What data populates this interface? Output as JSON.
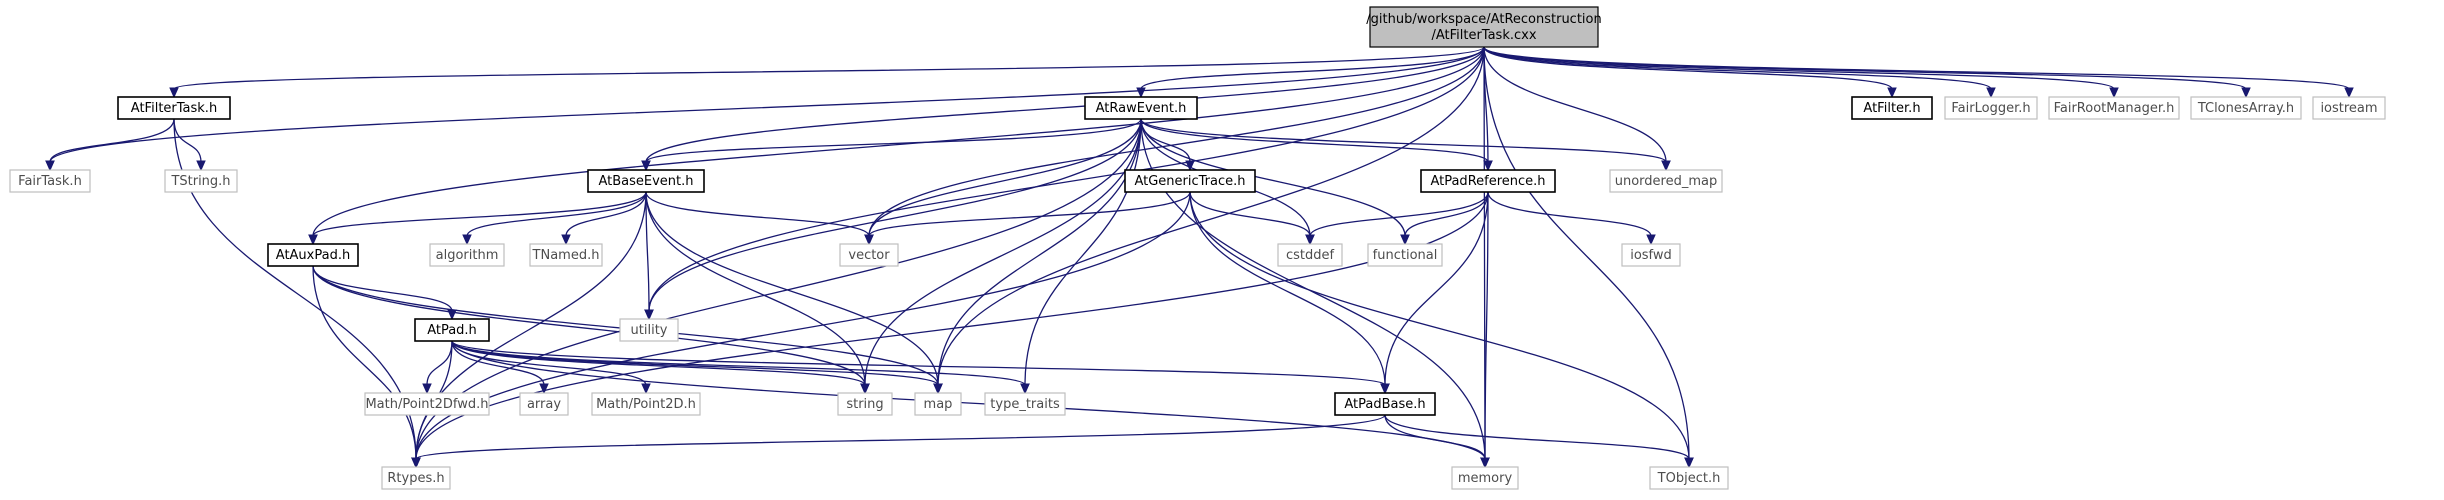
{
  "diagram": {
    "nodes": [
      {
        "id": "root",
        "lines": [
          "/github/workspace/AtReconstruction",
          "/AtFilterTask.cxx"
        ],
        "kind": "root"
      },
      {
        "id": "AtFilterTask.h",
        "lines": [
          "AtFilterTask.h"
        ],
        "kind": "project"
      },
      {
        "id": "AtRawEvent.h",
        "lines": [
          "AtRawEvent.h"
        ],
        "kind": "project"
      },
      {
        "id": "AtFilter.h",
        "lines": [
          "AtFilter.h"
        ],
        "kind": "project"
      },
      {
        "id": "FairLogger.h",
        "lines": [
          "FairLogger.h"
        ],
        "kind": "external"
      },
      {
        "id": "FairRootManager.h",
        "lines": [
          "FairRootManager.h"
        ],
        "kind": "external"
      },
      {
        "id": "TClonesArray.h",
        "lines": [
          "TClonesArray.h"
        ],
        "kind": "external"
      },
      {
        "id": "iostream",
        "lines": [
          "iostream"
        ],
        "kind": "external"
      },
      {
        "id": "FairTask.h",
        "lines": [
          "FairTask.h"
        ],
        "kind": "external"
      },
      {
        "id": "TString.h",
        "lines": [
          "TString.h"
        ],
        "kind": "external"
      },
      {
        "id": "AtBaseEvent.h",
        "lines": [
          "AtBaseEvent.h"
        ],
        "kind": "project"
      },
      {
        "id": "AtGenericTrace.h",
        "lines": [
          "AtGenericTrace.h"
        ],
        "kind": "project"
      },
      {
        "id": "AtPadReference.h",
        "lines": [
          "AtPadReference.h"
        ],
        "kind": "project"
      },
      {
        "id": "unordered_map",
        "lines": [
          "unordered_map"
        ],
        "kind": "external"
      },
      {
        "id": "AtAuxPad.h",
        "lines": [
          "AtAuxPad.h"
        ],
        "kind": "project"
      },
      {
        "id": "algorithm",
        "lines": [
          "algorithm"
        ],
        "kind": "external"
      },
      {
        "id": "TNamed.h",
        "lines": [
          "TNamed.h"
        ],
        "kind": "external"
      },
      {
        "id": "vector",
        "lines": [
          "vector"
        ],
        "kind": "external"
      },
      {
        "id": "cstddef",
        "lines": [
          "cstddef"
        ],
        "kind": "external"
      },
      {
        "id": "functional",
        "lines": [
          "functional"
        ],
        "kind": "external"
      },
      {
        "id": "iosfwd",
        "lines": [
          "iosfwd"
        ],
        "kind": "external"
      },
      {
        "id": "utility",
        "lines": [
          "utility"
        ],
        "kind": "external"
      },
      {
        "id": "AtPad.h",
        "lines": [
          "AtPad.h"
        ],
        "kind": "project"
      },
      {
        "id": "Math/Point2Dfwd.h",
        "lines": [
          "Math/Point2Dfwd.h"
        ],
        "kind": "external"
      },
      {
        "id": "array",
        "lines": [
          "array"
        ],
        "kind": "external"
      },
      {
        "id": "Math/Point2D.h",
        "lines": [
          "Math/Point2D.h"
        ],
        "kind": "external"
      },
      {
        "id": "string",
        "lines": [
          "string"
        ],
        "kind": "external"
      },
      {
        "id": "map",
        "lines": [
          "map"
        ],
        "kind": "external"
      },
      {
        "id": "type_traits",
        "lines": [
          "type_traits"
        ],
        "kind": "external"
      },
      {
        "id": "AtPadBase.h",
        "lines": [
          "AtPadBase.h"
        ],
        "kind": "project"
      },
      {
        "id": "Rtypes.h",
        "lines": [
          "Rtypes.h"
        ],
        "kind": "external"
      },
      {
        "id": "memory",
        "lines": [
          "memory"
        ],
        "kind": "external"
      },
      {
        "id": "TObject.h",
        "lines": [
          "TObject.h"
        ],
        "kind": "external"
      }
    ],
    "edges": [
      [
        "root",
        "AtFilterTask.h"
      ],
      [
        "root",
        "AtRawEvent.h"
      ],
      [
        "root",
        "AtFilter.h"
      ],
      [
        "root",
        "FairLogger.h"
      ],
      [
        "root",
        "FairRootManager.h"
      ],
      [
        "root",
        "TClonesArray.h"
      ],
      [
        "root",
        "iostream"
      ],
      [
        "root",
        "FairTask.h"
      ],
      [
        "root",
        "AtBaseEvent.h"
      ],
      [
        "root",
        "AtAuxPad.h"
      ],
      [
        "root",
        "AtPadReference.h"
      ],
      [
        "root",
        "unordered_map"
      ],
      [
        "root",
        "vector"
      ],
      [
        "root",
        "map"
      ],
      [
        "root",
        "utility"
      ],
      [
        "root",
        "memory"
      ],
      [
        "root",
        "TObject.h"
      ],
      [
        "AtFilterTask.h",
        "FairTask.h"
      ],
      [
        "AtFilterTask.h",
        "TString.h"
      ],
      [
        "AtFilterTask.h",
        "Rtypes.h"
      ],
      [
        "AtRawEvent.h",
        "AtBaseEvent.h"
      ],
      [
        "AtRawEvent.h",
        "AtGenericTrace.h"
      ],
      [
        "AtRawEvent.h",
        "AtPadReference.h"
      ],
      [
        "AtRawEvent.h",
        "unordered_map"
      ],
      [
        "AtRawEvent.h",
        "vector"
      ],
      [
        "AtRawEvent.h",
        "cstddef"
      ],
      [
        "AtRawEvent.h",
        "functional"
      ],
      [
        "AtRawEvent.h",
        "memory"
      ],
      [
        "AtRawEvent.h",
        "utility"
      ],
      [
        "AtRawEvent.h",
        "string"
      ],
      [
        "AtRawEvent.h",
        "map"
      ],
      [
        "AtRawEvent.h",
        "type_traits"
      ],
      [
        "AtRawEvent.h",
        "Rtypes.h"
      ],
      [
        "AtBaseEvent.h",
        "AtAuxPad.h"
      ],
      [
        "AtBaseEvent.h",
        "algorithm"
      ],
      [
        "AtBaseEvent.h",
        "TNamed.h"
      ],
      [
        "AtBaseEvent.h",
        "vector"
      ],
      [
        "AtBaseEvent.h",
        "utility"
      ],
      [
        "AtBaseEvent.h",
        "string"
      ],
      [
        "AtBaseEvent.h",
        "map"
      ],
      [
        "AtBaseEvent.h",
        "Rtypes.h"
      ],
      [
        "AtGenericTrace.h",
        "vector"
      ],
      [
        "AtGenericTrace.h",
        "cstddef"
      ],
      [
        "AtGenericTrace.h",
        "AtPadBase.h"
      ],
      [
        "AtGenericTrace.h",
        "TObject.h"
      ],
      [
        "AtGenericTrace.h",
        "Rtypes.h"
      ],
      [
        "AtPadReference.h",
        "cstddef"
      ],
      [
        "AtPadReference.h",
        "functional"
      ],
      [
        "AtPadReference.h",
        "iosfwd"
      ],
      [
        "AtPadReference.h",
        "AtPadBase.h"
      ],
      [
        "AtPadReference.h",
        "memory"
      ],
      [
        "AtPadReference.h",
        "Rtypes.h"
      ],
      [
        "AtAuxPad.h",
        "AtPad.h"
      ],
      [
        "AtAuxPad.h",
        "string"
      ],
      [
        "AtAuxPad.h",
        "map"
      ],
      [
        "AtAuxPad.h",
        "Rtypes.h"
      ],
      [
        "AtPad.h",
        "Math/Point2Dfwd.h"
      ],
      [
        "AtPad.h",
        "array"
      ],
      [
        "AtPad.h",
        "Math/Point2D.h"
      ],
      [
        "AtPad.h",
        "AtPadBase.h"
      ],
      [
        "AtPad.h",
        "string"
      ],
      [
        "AtPad.h",
        "map"
      ],
      [
        "AtPad.h",
        "type_traits"
      ],
      [
        "AtPad.h",
        "memory"
      ],
      [
        "AtPad.h",
        "Rtypes.h"
      ],
      [
        "AtPadBase.h",
        "Rtypes.h"
      ],
      [
        "AtPadBase.h",
        "memory"
      ],
      [
        "AtPadBase.h",
        "TObject.h"
      ]
    ]
  }
}
